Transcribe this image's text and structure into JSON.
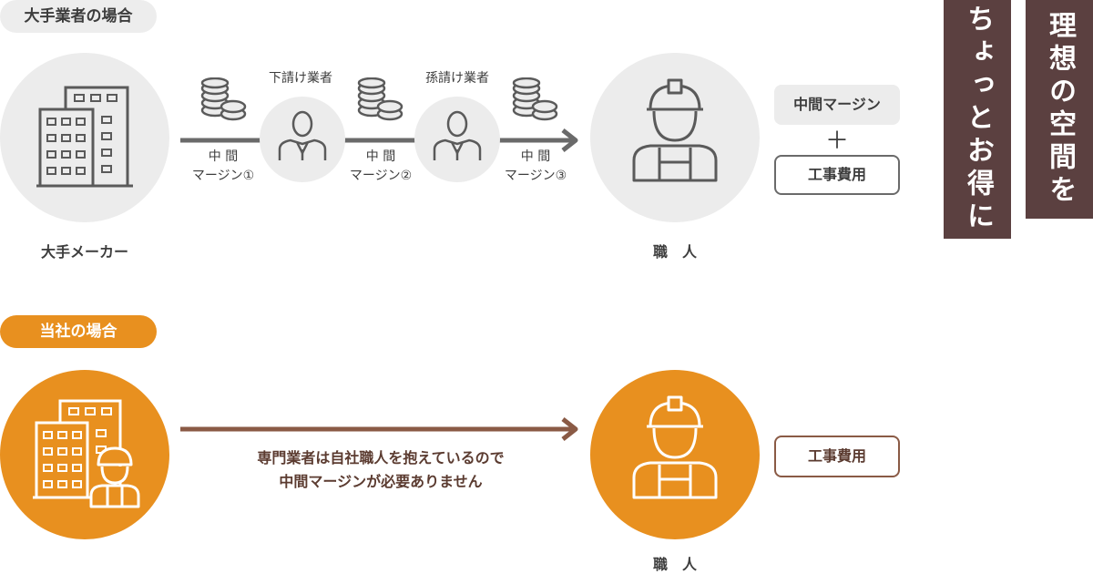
{
  "sections": {
    "large": {
      "badge": "大手業者の場合",
      "maker": "大手メーカー",
      "subcontractor": "下請け業者",
      "sub_subcontractor": "孫請け業者",
      "margin_label_top": "中 間",
      "margin1": "マージン①",
      "margin2": "マージン②",
      "margin3": "マージン③",
      "craftsman": "職　人",
      "cost_margin": "中間マージン",
      "plus": "＋",
      "cost_work": "工事費用"
    },
    "ours": {
      "badge": "当社の場合",
      "note_line1": "専門業者は自社職人を抱えているので",
      "note_line2": "中間マージンが必要ありません",
      "craftsman": "職　人",
      "cost_work": "工事費用"
    }
  },
  "banners": {
    "left": "ちょっとお得に",
    "right": "理想の空間を"
  },
  "colors": {
    "orange": "#e8901f",
    "brown": "#5b4040",
    "gray": "#ececec",
    "arrow_gray": "#6a6a6a",
    "arrow_brown": "#8a5a45"
  },
  "icons": {
    "building": "building-icon",
    "coins": "coins-icon",
    "businessman": "businessman-icon",
    "worker": "worker-helmet-icon"
  }
}
